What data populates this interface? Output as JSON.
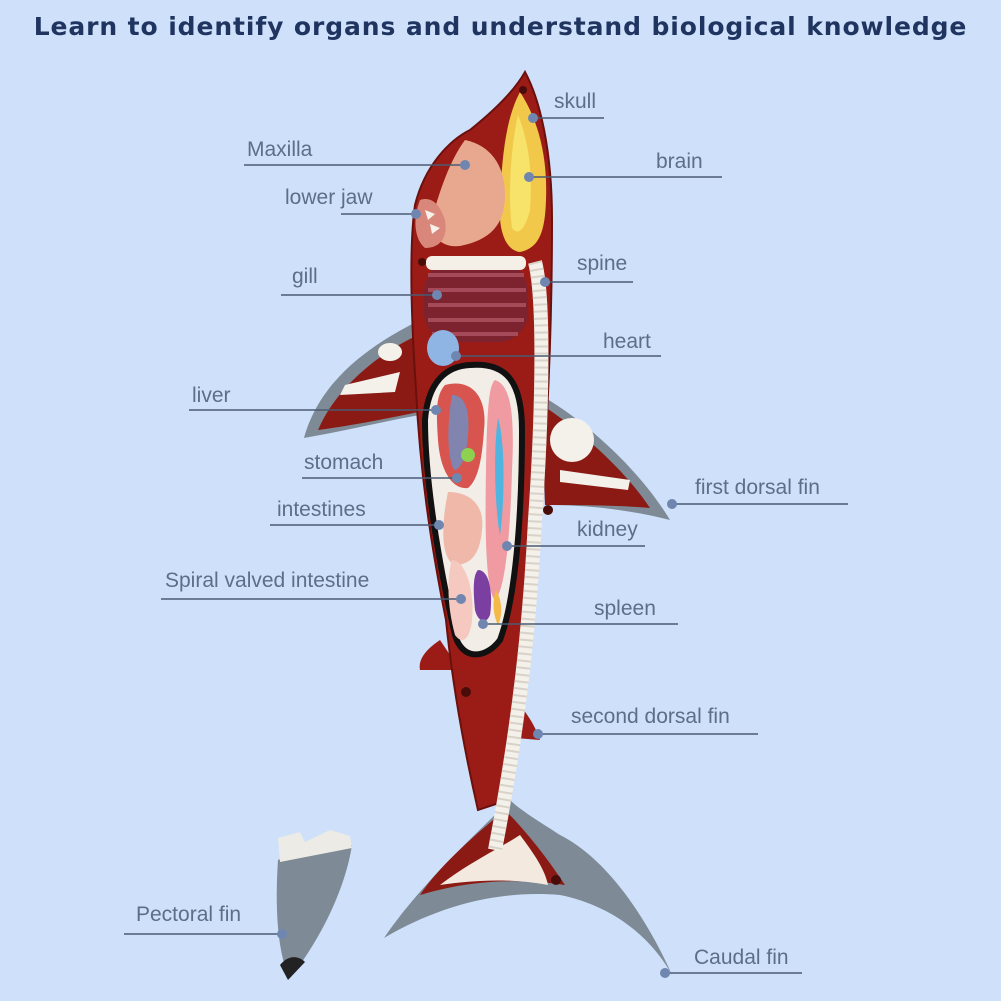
{
  "title": "Learn to identify organs and understand biological knowledge",
  "labels": {
    "skull": "skull",
    "maxilla": "Maxilla",
    "brain": "brain",
    "lower_jaw": "lower jaw",
    "spine": "spine",
    "gill": "gill",
    "heart": "heart",
    "liver": "liver",
    "first_dorsal_fin": "first dorsal fin",
    "stomach": "stomach",
    "intestines": "intestines",
    "kidney": "kidney",
    "spiral_valved_intestine": "Spiral valved intestine",
    "spleen": "spleen",
    "second_dorsal_fin": "second dorsal fin",
    "pectoral_fin": "Pectoral fin",
    "caudal_fin": "Caudal fin"
  },
  "colors": {
    "background": "#cfe0fb",
    "title": "#1f3560",
    "label_text": "#5d6f86",
    "leader_line": "#4a5b72",
    "dot": "#6f86b0",
    "body_red": "#9b1c16",
    "fin_gray": "#7e8a95"
  }
}
